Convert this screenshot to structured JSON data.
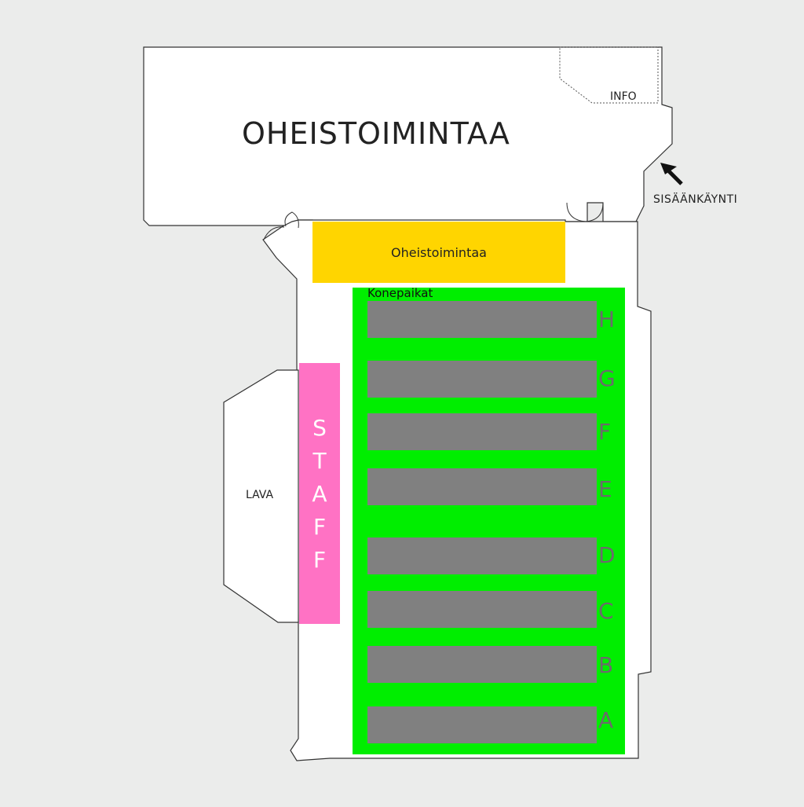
{
  "areas": {
    "top_area_title": "OHEISTOIMINTAA",
    "info_label": "INFO",
    "entrance_label": "SISÄÄNKÄYNTI",
    "stage_label": "LAVA"
  },
  "zones": {
    "side_activities": {
      "label": "Oheistoimintaa",
      "color": "#ffd500"
    },
    "machine_spots": {
      "label": "Konepaikat",
      "color": "#00ee00"
    },
    "staff": {
      "letters": [
        "S",
        "T",
        "A",
        "F",
        "F"
      ],
      "color": "#ff72c4"
    }
  },
  "rows": [
    {
      "letter": "H"
    },
    {
      "letter": "G"
    },
    {
      "letter": "F"
    },
    {
      "letter": "E"
    },
    {
      "letter": "D"
    },
    {
      "letter": "C"
    },
    {
      "letter": "B"
    },
    {
      "letter": "A"
    }
  ],
  "colors": {
    "background": "#ebeceb",
    "floor": "#ffffff",
    "row_bar": "#808080",
    "row_letter": "#6b6b6b"
  }
}
